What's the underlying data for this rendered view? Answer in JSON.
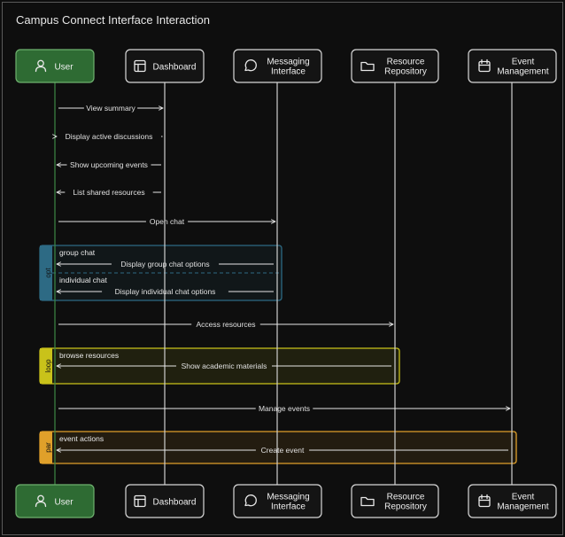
{
  "title": "Campus Connect Interface Interaction",
  "participants": [
    {
      "id": "user",
      "label": [
        "User"
      ],
      "icon": "user-icon",
      "accent": "#2e6b33"
    },
    {
      "id": "dashboard",
      "label": [
        "Dashboard"
      ],
      "icon": "dashboard-icon"
    },
    {
      "id": "messaging",
      "label": [
        "Messaging",
        "Interface"
      ],
      "icon": "chat-bubble-icon"
    },
    {
      "id": "resources",
      "label": [
        "Resource",
        "Repository"
      ],
      "icon": "folder-icon"
    },
    {
      "id": "events",
      "label": [
        "Event",
        "Management"
      ],
      "icon": "calendar-icon"
    }
  ],
  "messages": [
    {
      "from": "user",
      "to": "dashboard",
      "text": "View summary"
    },
    {
      "from": "dashboard",
      "to": "user",
      "text": "Display active discussions"
    },
    {
      "from": "dashboard",
      "to": "user",
      "text": "Show upcoming events"
    },
    {
      "from": "dashboard",
      "to": "user",
      "text": "List shared resources"
    },
    {
      "from": "user",
      "to": "messaging",
      "text": "Open chat"
    },
    {
      "from": "messaging",
      "to": "user",
      "text": "Display group chat options"
    },
    {
      "from": "messaging",
      "to": "user",
      "text": "Display individual chat options"
    },
    {
      "from": "user",
      "to": "resources",
      "text": "Access resources"
    },
    {
      "from": "resources",
      "to": "user",
      "text": "Show academic materials"
    },
    {
      "from": "user",
      "to": "events",
      "text": "Manage events"
    },
    {
      "from": "events",
      "to": "user",
      "text": "Create event"
    }
  ],
  "groups": [
    {
      "kind": "opt",
      "color": "#2d6a84",
      "conditions": [
        "group chat",
        "individual chat"
      ]
    },
    {
      "kind": "loop",
      "color": "#c9c21a",
      "conditions": [
        "browse resources"
      ]
    },
    {
      "kind": "par",
      "color": "#e0a02a",
      "conditions": [
        "event actions"
      ]
    }
  ],
  "colors": {
    "line": "#e6e6e6",
    "box_border": "#d8d8d8",
    "box_fill": "#141414",
    "user_fill": "#2e6b33"
  }
}
